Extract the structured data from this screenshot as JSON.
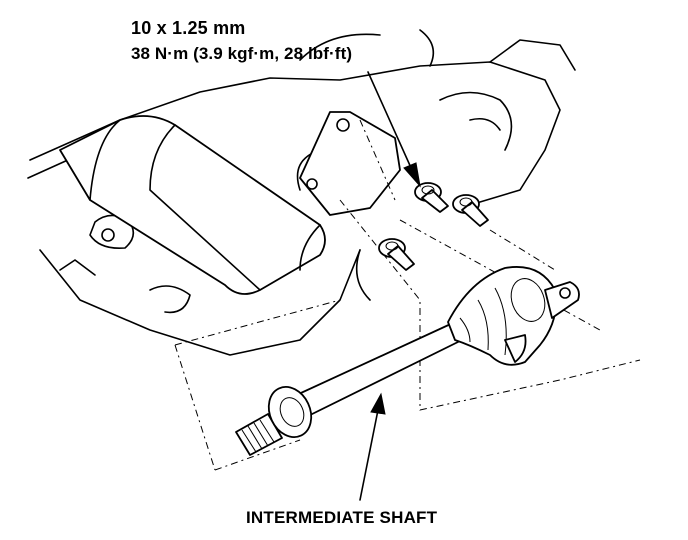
{
  "labels": {
    "bolt_size": "10 x 1.25 mm",
    "torque": "38 N·m (3.9 kgf·m, 28 lbf·ft)",
    "part_name": "INTERMEDIATE SHAFT"
  }
}
